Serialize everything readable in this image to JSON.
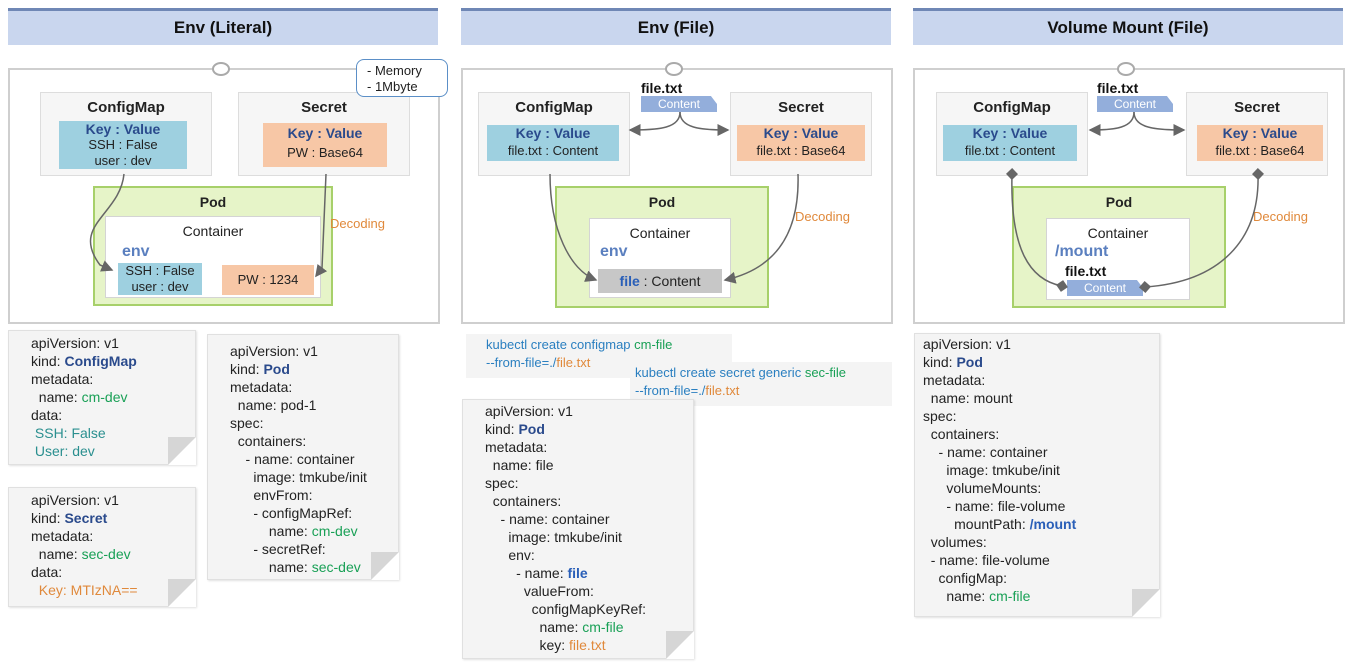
{
  "headers": {
    "literal": "Env (Literal)",
    "file": "Env (File)",
    "volume": "Volume Mount (File)"
  },
  "literal": {
    "configmap": {
      "title": "ConfigMap",
      "head": "Key : Value",
      "rows": [
        "SSH : False",
        "user : dev"
      ]
    },
    "secret": {
      "title": "Secret",
      "head": "Key : Value",
      "rows": [
        "PW : Base64"
      ]
    },
    "callout": [
      "- Memory",
      "- 1Mbyte"
    ],
    "pod": {
      "title": "Pod",
      "container": "Container",
      "env": "env",
      "env_cm": [
        "SSH : False",
        "user : dev"
      ],
      "env_secret": "PW : 1234"
    },
    "decoding": "Decoding"
  },
  "file": {
    "filename": "file.txt",
    "content_tag": "Content",
    "configmap": {
      "title": "ConfigMap",
      "head": "Key : Value",
      "row": "file.txt : Content"
    },
    "secret": {
      "title": "Secret",
      "head": "Key : Value",
      "row": "file.txt : Base64"
    },
    "pod": {
      "title": "Pod",
      "container": "Container",
      "env": "env",
      "env_key": "file",
      "env_sep": " : Content"
    },
    "decoding": "Decoding"
  },
  "volume": {
    "filename": "file.txt",
    "content_tag": "Content",
    "configmap": {
      "title": "ConfigMap",
      "head": "Key : Value",
      "row": "file.txt : Content"
    },
    "secret": {
      "title": "Secret",
      "head": "Key : Value",
      "row": "file.txt : Base64"
    },
    "pod": {
      "title": "Pod",
      "container": "Container",
      "mount": "/mount",
      "mount_file": "file.txt",
      "mount_content": "Content"
    },
    "decoding": "Decoding"
  },
  "notes": {
    "cm_dev": [
      {
        "a": "apiVersion: v1"
      },
      {
        "a": "kind: ",
        "b": "ConfigMap",
        "bc": "k-bold"
      },
      {
        "a": "metadata:"
      },
      {
        "a": "  name: ",
        "b": "cm-dev",
        "bc": "k-green"
      },
      {
        "a": "data:"
      },
      {
        "a": " ",
        "b": "SSH: False",
        "bc": "k-teal"
      },
      {
        "a": " ",
        "b": "User: dev",
        "bc": "k-teal"
      }
    ],
    "sec_dev": [
      {
        "a": "apiVersion: v1"
      },
      {
        "a": "kind: ",
        "b": "Secret",
        "bc": "k-bold"
      },
      {
        "a": "metadata:"
      },
      {
        "a": "  name: ",
        "b": "sec-dev",
        "bc": "k-green"
      },
      {
        "a": "data:"
      },
      {
        "a": "  ",
        "b": "Key: MTIzNA==",
        "bc": "k-orange"
      }
    ],
    "pod_1": [
      {
        "a": "apiVersion: v1"
      },
      {
        "a": "kind: ",
        "b": "Pod",
        "bc": "k-bold"
      },
      {
        "a": "metadata:"
      },
      {
        "a": "  name: pod-1"
      },
      {
        "a": "spec:"
      },
      {
        "a": "  containers:"
      },
      {
        "a": "    - name: container"
      },
      {
        "a": "      image: tmkube/init"
      },
      {
        "a": "      envFrom:"
      },
      {
        "a": "      - configMapRef:"
      },
      {
        "a": "          name: ",
        "b": "cm-dev",
        "bc": "k-green"
      },
      {
        "a": "      - secretRef:"
      },
      {
        "a": "          name: ",
        "b": "sec-dev",
        "bc": "k-green"
      }
    ],
    "pod_file": [
      {
        "a": "apiVersion: v1"
      },
      {
        "a": "kind: ",
        "b": "Pod",
        "bc": "k-bold"
      },
      {
        "a": "metadata:"
      },
      {
        "a": "  name: file"
      },
      {
        "a": "spec:"
      },
      {
        "a": "  containers:"
      },
      {
        "a": "    - name: container"
      },
      {
        "a": "      image: tmkube/init"
      },
      {
        "a": "      env:"
      },
      {
        "a": "        - name: ",
        "b": "file",
        "bc": "k-blue"
      },
      {
        "a": "          valueFrom:"
      },
      {
        "a": "            configMapKeyRef:"
      },
      {
        "a": "              name: ",
        "b": "cm-file",
        "bc": "k-green"
      },
      {
        "a": "              key: ",
        "b": "file.txt",
        "bc": "k-orange"
      }
    ],
    "pod_mount": [
      {
        "a": "apiVersion: v1"
      },
      {
        "a": "kind: ",
        "b": "Pod",
        "bc": "k-bold"
      },
      {
        "a": "metadata:"
      },
      {
        "a": "  name: mount"
      },
      {
        "a": "spec:"
      },
      {
        "a": "  containers:"
      },
      {
        "a": "    - name: container"
      },
      {
        "a": "      image: tmkube/init"
      },
      {
        "a": "      volumeMounts:"
      },
      {
        "a": "      - name: file-volume"
      },
      {
        "a": "        mountPath: ",
        "b": "/mount",
        "bc": "k-blue"
      },
      {
        "a": "  volumes:"
      },
      {
        "a": "  - name: file-volume"
      },
      {
        "a": "    configMap:"
      },
      {
        "a": "      name: ",
        "b": "cm-file",
        "bc": "k-green"
      }
    ]
  },
  "commands": {
    "cm": {
      "l1a": "kubectl create configmap ",
      "l1b": "cm-file",
      "l2a": "--from-file=./",
      "l2b": "file.txt"
    },
    "secret": {
      "l1a": "kubectl create secret generic ",
      "l1b": "sec-file",
      "l2a": "--from-file=./",
      "l2b": "file.txt"
    }
  },
  "colors": {
    "header_bg": "#c9d6ee",
    "kv_blue": "#9ed0e0",
    "kv_orange": "#f7c7a6",
    "pod_green": "#e6f4c8",
    "decoding": "#e0893b",
    "arrow": "#666666"
  }
}
